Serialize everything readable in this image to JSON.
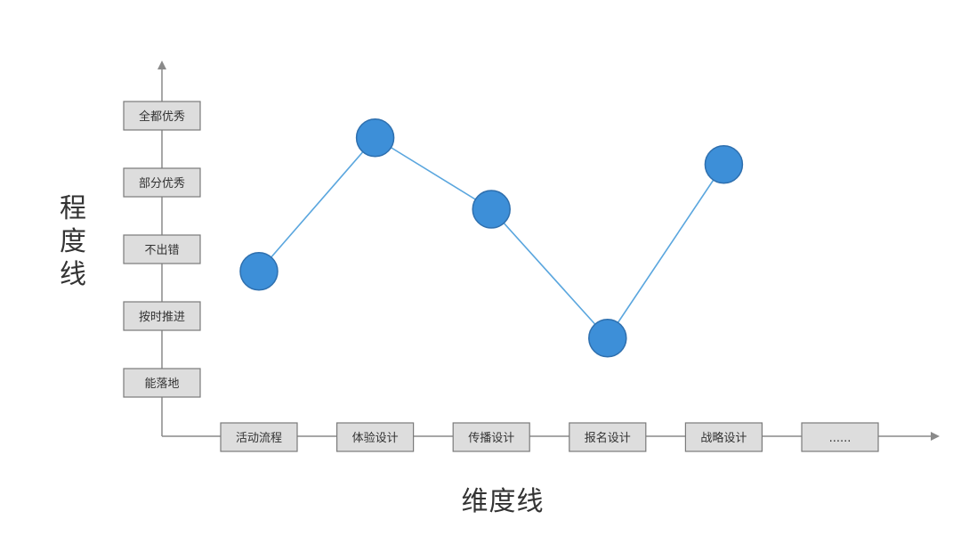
{
  "chart_data": {
    "type": "line",
    "categories": [
      "活动流程",
      "体验设计",
      "传播设计",
      "报名设计",
      "战略设计",
      "......"
    ],
    "levels": [
      "能落地",
      "按时推进",
      "不出错",
      "部分优秀",
      "全都优秀"
    ],
    "values": [
      1.67,
      3.67,
      2.6,
      0.67,
      3.27
    ],
    "xlabel": "维度线",
    "ylabel": "程度线",
    "grid": false,
    "colors": {
      "point": "#3d8fd8",
      "point_stroke": "#2e6fae",
      "line": "#5aa6de",
      "axis": "#8a8a8a",
      "box_fill": "#dddddd",
      "box_stroke": "#7a7a7a"
    }
  }
}
